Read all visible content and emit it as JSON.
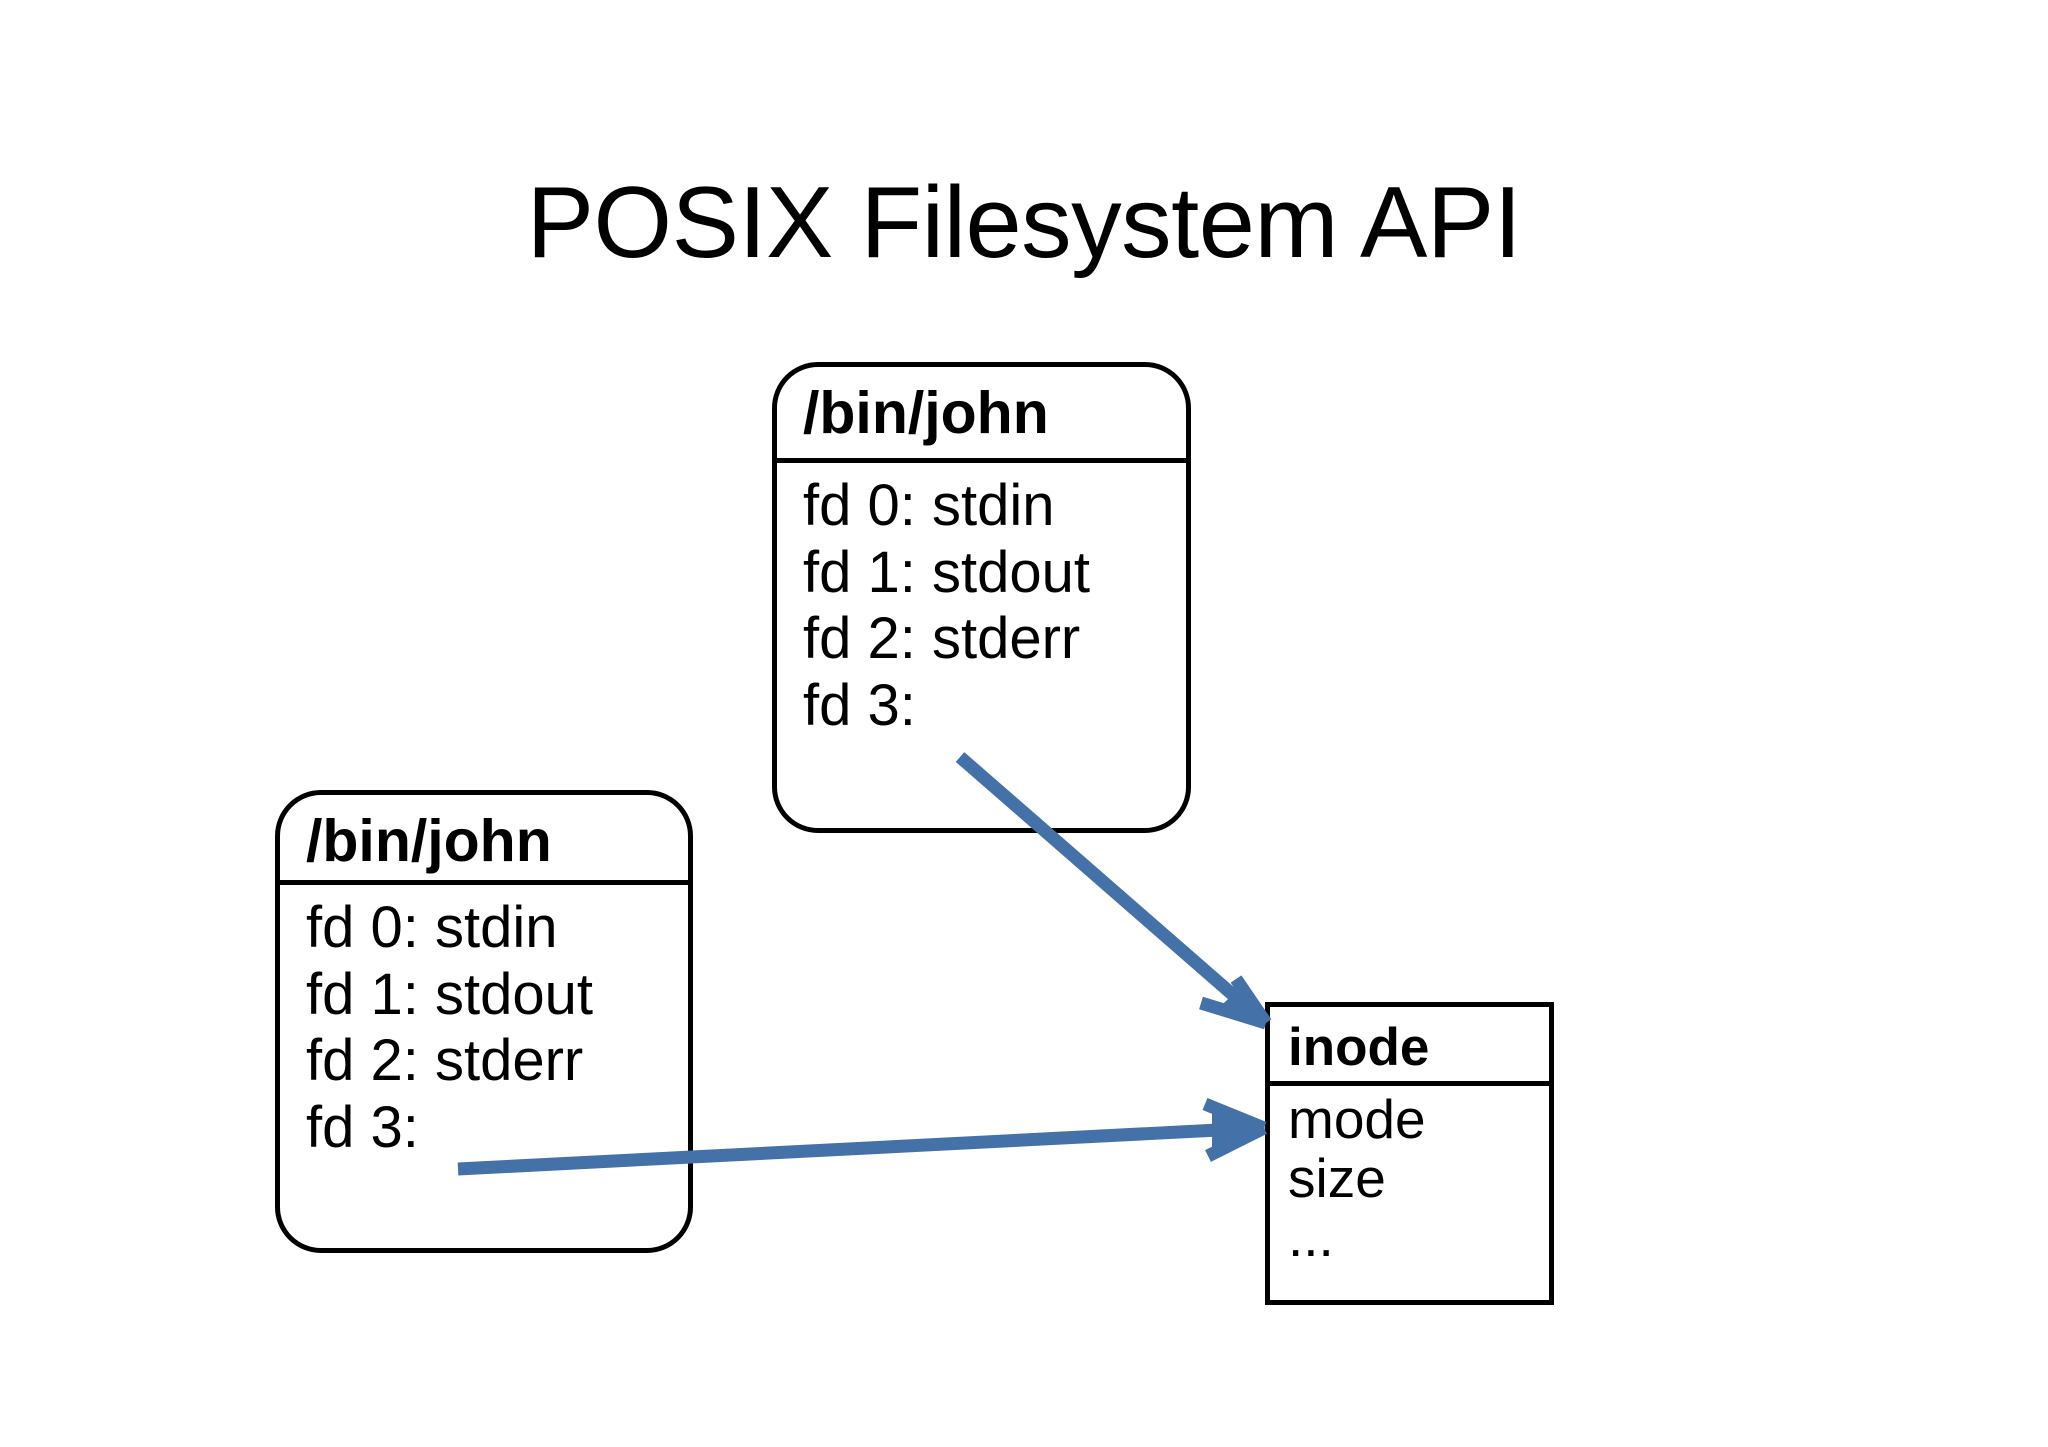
{
  "slide": {
    "title": "POSIX Filesystem API",
    "background_color": "#FFFFFF",
    "stroke_color": "#000000",
    "arrow_color": "#4472A8"
  },
  "boxes": {
    "process_top": {
      "header": "/bin/john",
      "fds": [
        "fd 0: stdin",
        "fd 1: stdout",
        "fd 2: stderr",
        "fd 3:"
      ]
    },
    "process_bottom": {
      "header": "/bin/john",
      "fds": [
        "fd 0: stdin",
        "fd 1: stdout",
        "fd 2: stderr",
        "fd 3:"
      ]
    },
    "inode": {
      "header": "inode",
      "fields": [
        "mode",
        "size",
        "..."
      ]
    }
  },
  "arrows": [
    {
      "name": "fd3-top-to-inode",
      "from": "process_top.fd 3",
      "to": "inode.header",
      "color": "#4472A8"
    },
    {
      "name": "fd3-bottom-to-inode",
      "from": "process_bottom.fd 3",
      "to": "inode.mode",
      "color": "#4472A8"
    }
  ]
}
